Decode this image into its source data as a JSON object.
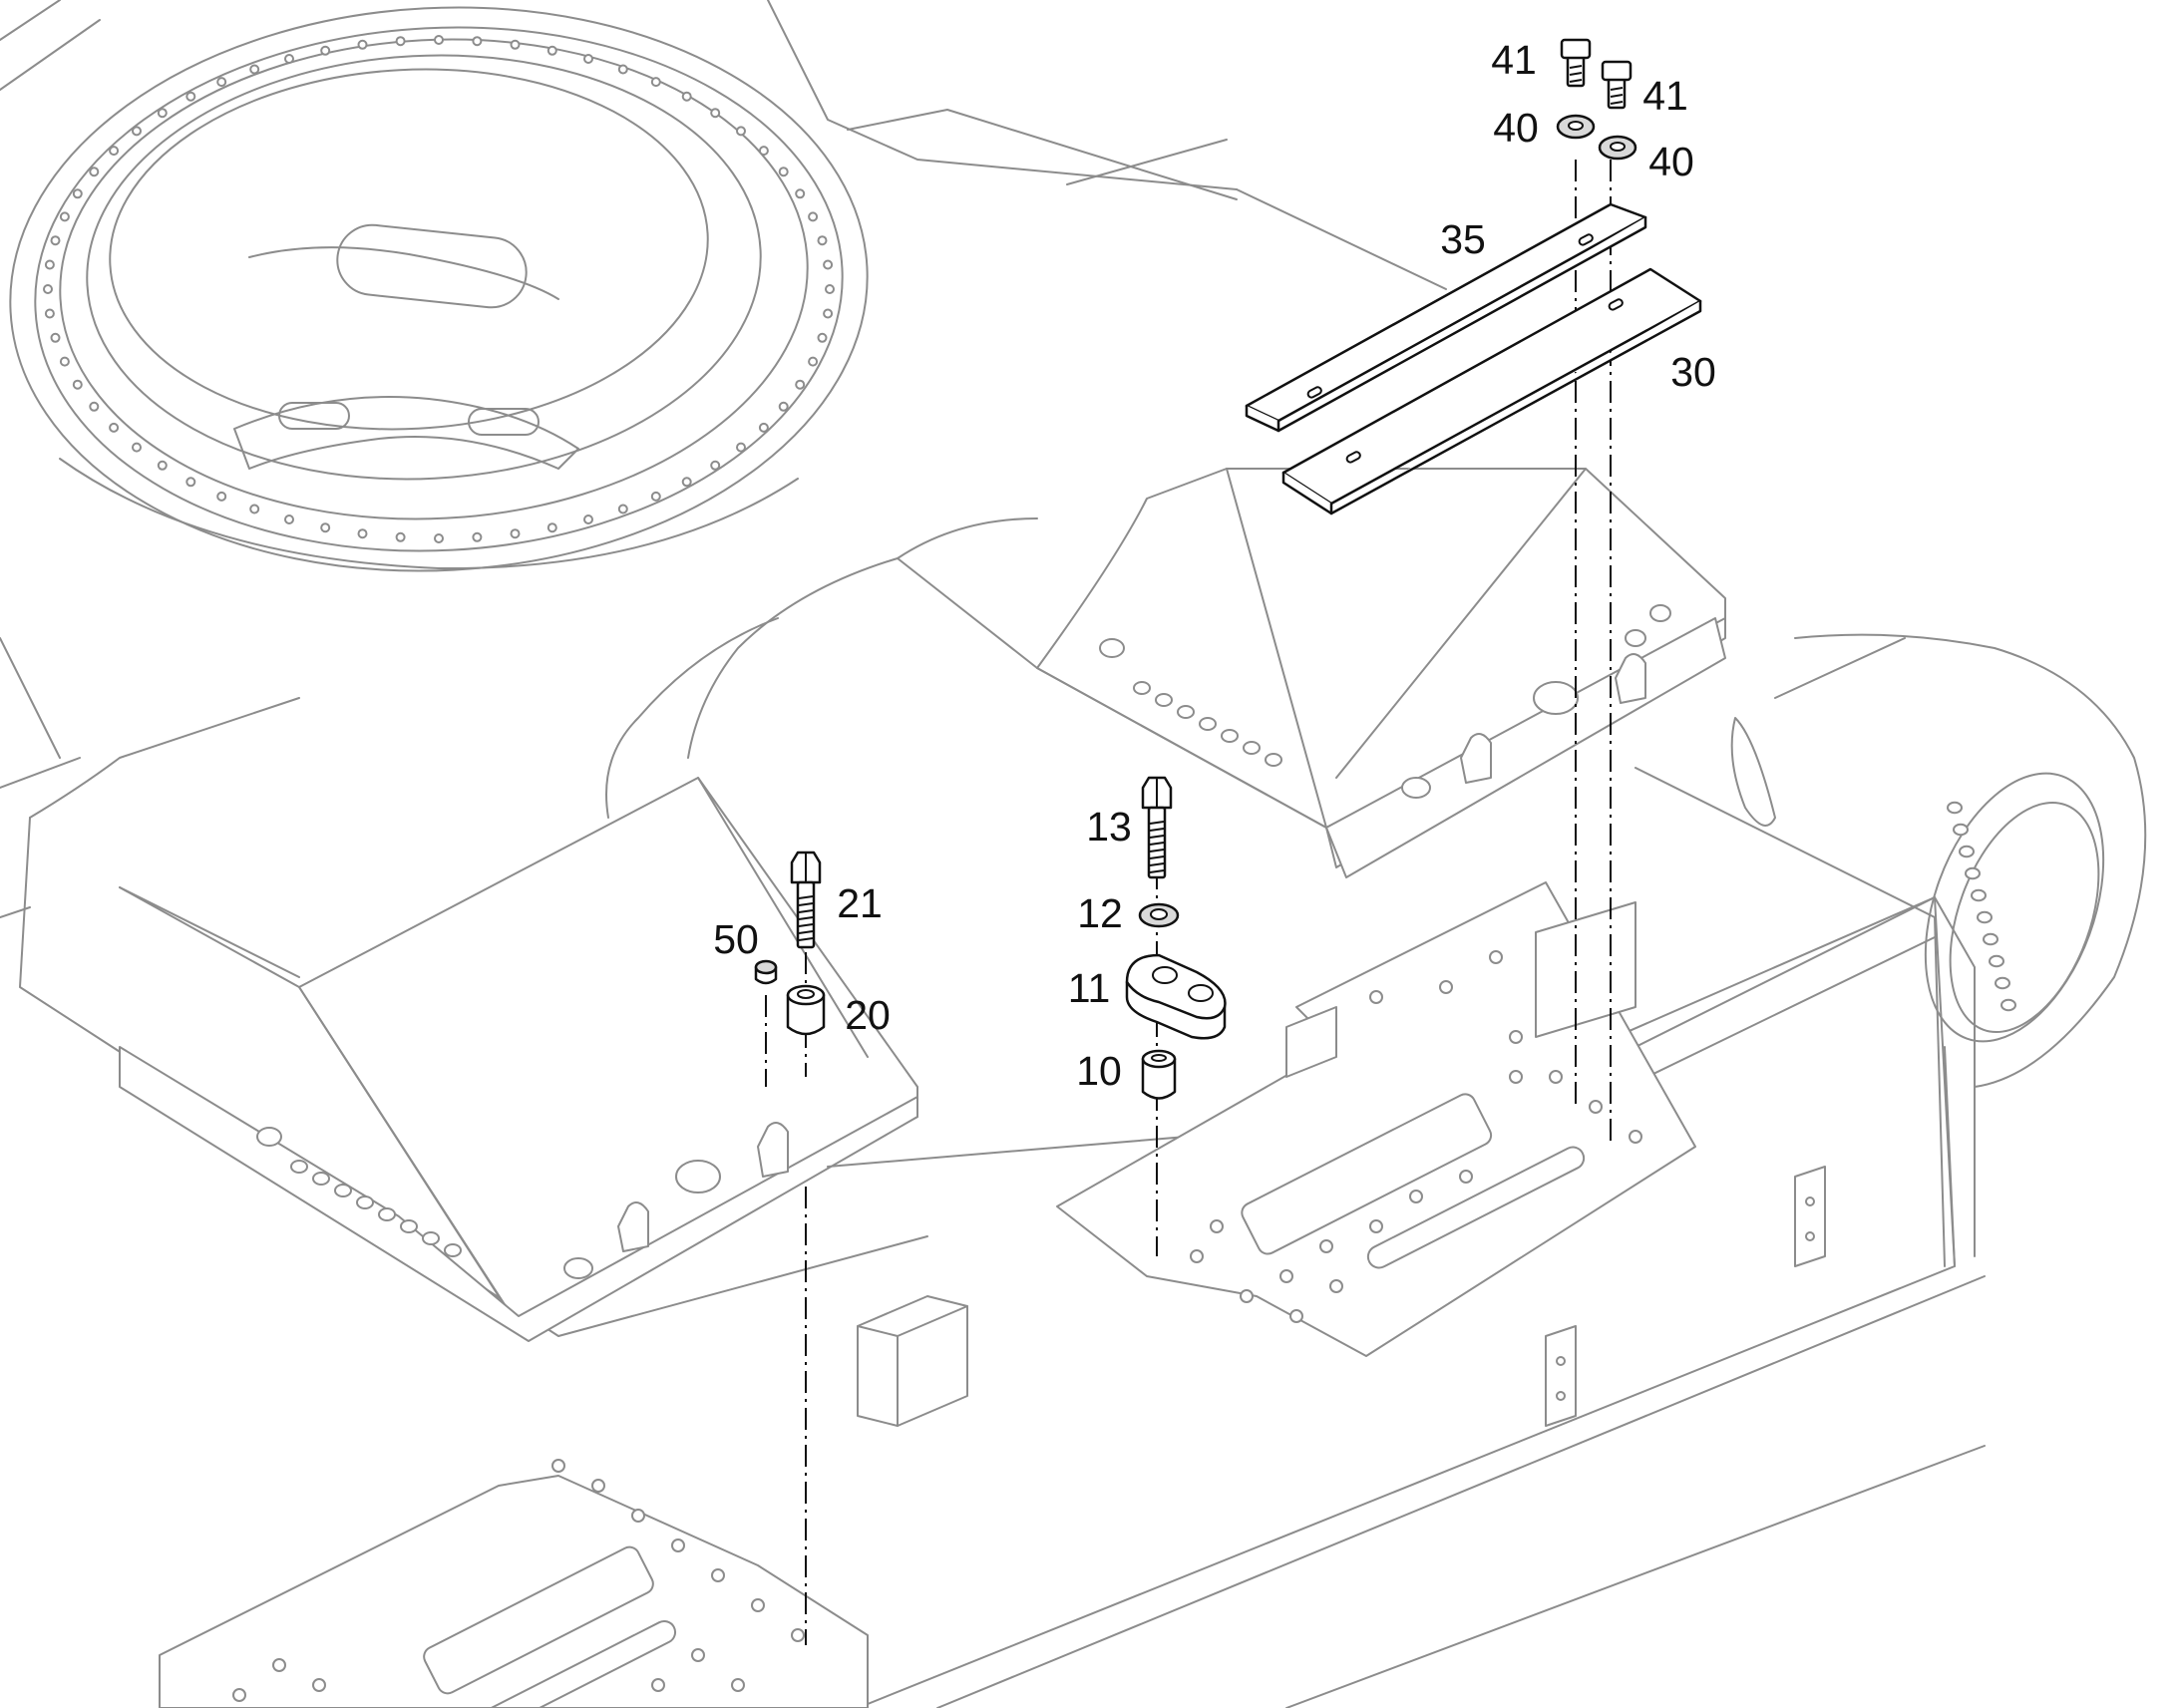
{
  "diagram": {
    "type": "exploded-assembly-drawing",
    "callouts": [
      "41",
      "41",
      "40",
      "40",
      "35",
      "30",
      "13",
      "12",
      "11",
      "10",
      "21",
      "20",
      "50"
    ]
  }
}
